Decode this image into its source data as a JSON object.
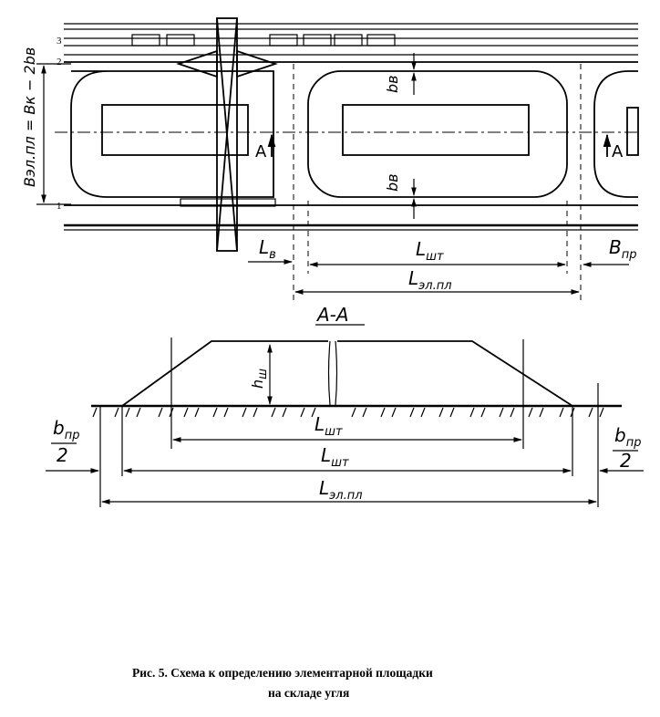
{
  "labels": {
    "width_formula": "Bэл.пл = Bк − 2bв",
    "bv_top": "bв",
    "bv_bottom": "bв",
    "section_mark_left": "A",
    "section_mark_right": "A",
    "Lv_main": "L",
    "Lv_sub": "в",
    "Lsht_main": "L",
    "Lsht_sub": "шт",
    "Bpr_main": "B",
    "Bpr_sub": "пр",
    "Lelpl_main": "L",
    "Lelpl_sub": "эл.пл",
    "section_title": "А-А",
    "hsh_main": "h",
    "hsh_sub": "ш",
    "sec_Lsht1_main": "L",
    "sec_Lsht1_sub": "шт",
    "sec_Lsht2_main": "L",
    "sec_Lsht2_sub": "шт",
    "sec_Lelpl_main": "L",
    "sec_Lelpl_sub": "эл.пл",
    "bpr_left_num": "b",
    "bpr_left_sub": "пр",
    "bpr_left_den": "2",
    "bpr_right_num": "b",
    "bpr_right_sub": "пр",
    "bpr_right_den": "2",
    "rail_mark_1": "1",
    "rail_mark_2": "2",
    "rail_mark_3": "3"
  },
  "caption": {
    "line1": "Рис. 5.  Схема к определению элементарной площадки",
    "line2": "на складе угля"
  }
}
